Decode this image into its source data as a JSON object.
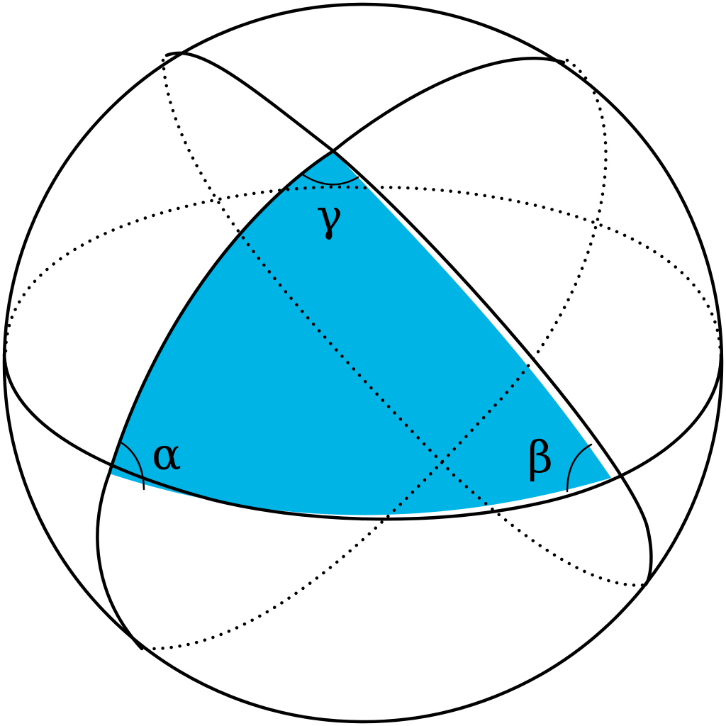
{
  "diagram": {
    "fill_color": "#00B5E6",
    "stroke_color": "#000000",
    "background_color": "#FFFFFF",
    "labels": {
      "alpha": "α",
      "beta": "β",
      "gamma": "γ"
    }
  }
}
